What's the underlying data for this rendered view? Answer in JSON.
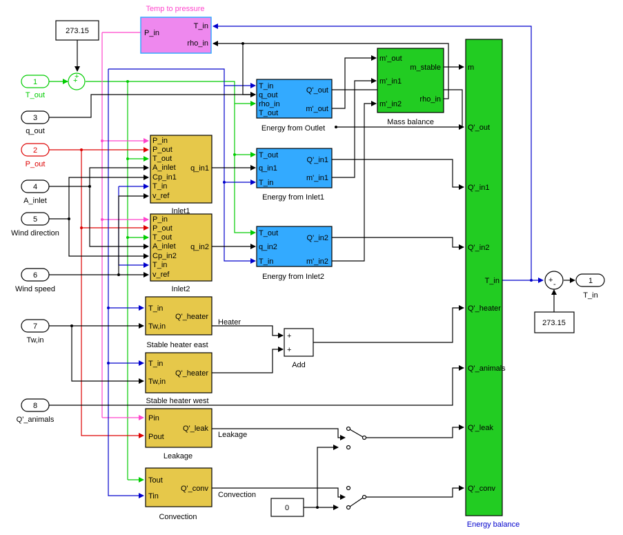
{
  "colors": {
    "black": "#000000",
    "blue": "#0000cc",
    "green": "#00cc00",
    "red": "#dd0000",
    "magenta": "#ff44cc",
    "temp_fill": "#ee88ee",
    "temp_stroke": "#33aaff",
    "energy_fill": "#33aaff",
    "yellow_fill": "#e6c84a",
    "green_fill": "#22cc22"
  },
  "inports": [
    {
      "num": "1",
      "label": "T_out",
      "color": "#00cc00"
    },
    {
      "num": "3",
      "label": "q_out",
      "color": "#000000"
    },
    {
      "num": "2",
      "label": "P_out",
      "color": "#dd0000"
    },
    {
      "num": "4",
      "label": "A_inlet",
      "color": "#000000"
    },
    {
      "num": "5",
      "label": "Wind direction",
      "color": "#000000"
    },
    {
      "num": "6",
      "label": "Wind speed",
      "color": "#000000"
    },
    {
      "num": "7",
      "label": "Tw,in",
      "color": "#000000"
    },
    {
      "num": "8",
      "label": "Q'_animals",
      "color": "#000000"
    }
  ],
  "outport": {
    "num": "1",
    "label": "T_in"
  },
  "constants": {
    "top": "273.15",
    "right": "273.15",
    "zero": "0"
  },
  "sum_signs": {
    "top_plus1": "+",
    "top_plus2": "+",
    "right_plus": "+",
    "right_minus": "-",
    "add_plus1": "+",
    "add_plus2": "+"
  },
  "blocks": {
    "temp_to_pressure": {
      "name": "Temp to pressure",
      "in": [
        "P_in"
      ],
      "out": [
        "T_in",
        "rho_in"
      ]
    },
    "energy_outlet": {
      "name": "Energy from Outlet",
      "in": [
        "T_in",
        "q_out",
        "rho_in",
        "T_out"
      ],
      "out": [
        "Q'_out",
        "m'_out"
      ]
    },
    "energy_inlet1": {
      "name": "Energy from Inlet1",
      "in": [
        "T_out",
        "q_in1",
        "T_in"
      ],
      "out": [
        "Q'_in1",
        "m'_in1"
      ]
    },
    "energy_inlet2": {
      "name": "Energy from Inlet2",
      "in": [
        "T_out",
        "q_in2",
        "T_in"
      ],
      "out": [
        "Q'_in2",
        "m'_in2"
      ]
    },
    "mass_balance": {
      "name": "Mass balance",
      "in": [
        "m'_out",
        "m'_in1",
        "m'_in2"
      ],
      "out": [
        "m_stable",
        "rho_in"
      ]
    },
    "inlet1": {
      "name": "Inlet1",
      "in": [
        "P_in",
        "P_out",
        "T_out",
        "A_inlet",
        "Cp_in1",
        "T_in",
        "v_ref"
      ],
      "out": [
        "q_in1"
      ]
    },
    "inlet2": {
      "name": "Inlet2",
      "in": [
        "P_in",
        "P_out",
        "T_out",
        "A_inlet",
        "Cp_in2",
        "T_in",
        "v_ref"
      ],
      "out": [
        "q_in2"
      ]
    },
    "heater_east": {
      "name": "Stable heater east",
      "in": [
        "T_in",
        "Tw,in"
      ],
      "out": [
        "Q'_heater"
      ]
    },
    "heater_west": {
      "name": "Stable heater west",
      "in": [
        "T_in",
        "Tw,in"
      ],
      "out": [
        "Q'_heater"
      ]
    },
    "add": {
      "name": "Add"
    },
    "leakage": {
      "name": "Leakage",
      "in": [
        "Pin",
        "Pout"
      ],
      "out": [
        "Q'_leak"
      ]
    },
    "convection": {
      "name": "Convection",
      "in": [
        "Tout",
        "Tin"
      ],
      "out": [
        "Q'_conv"
      ]
    },
    "energy_balance": {
      "name": "Energy balance",
      "in": [
        "m",
        "Q'_out",
        "Q'_in1",
        "Q'_in2",
        "Q'_heater",
        "Q'_animals",
        "Q'_leak",
        "Q'_conv"
      ],
      "out": [
        "T_in"
      ]
    }
  },
  "signal_labels": {
    "heater": "Heater",
    "leakage": "Leakage",
    "convection": "Convection"
  }
}
